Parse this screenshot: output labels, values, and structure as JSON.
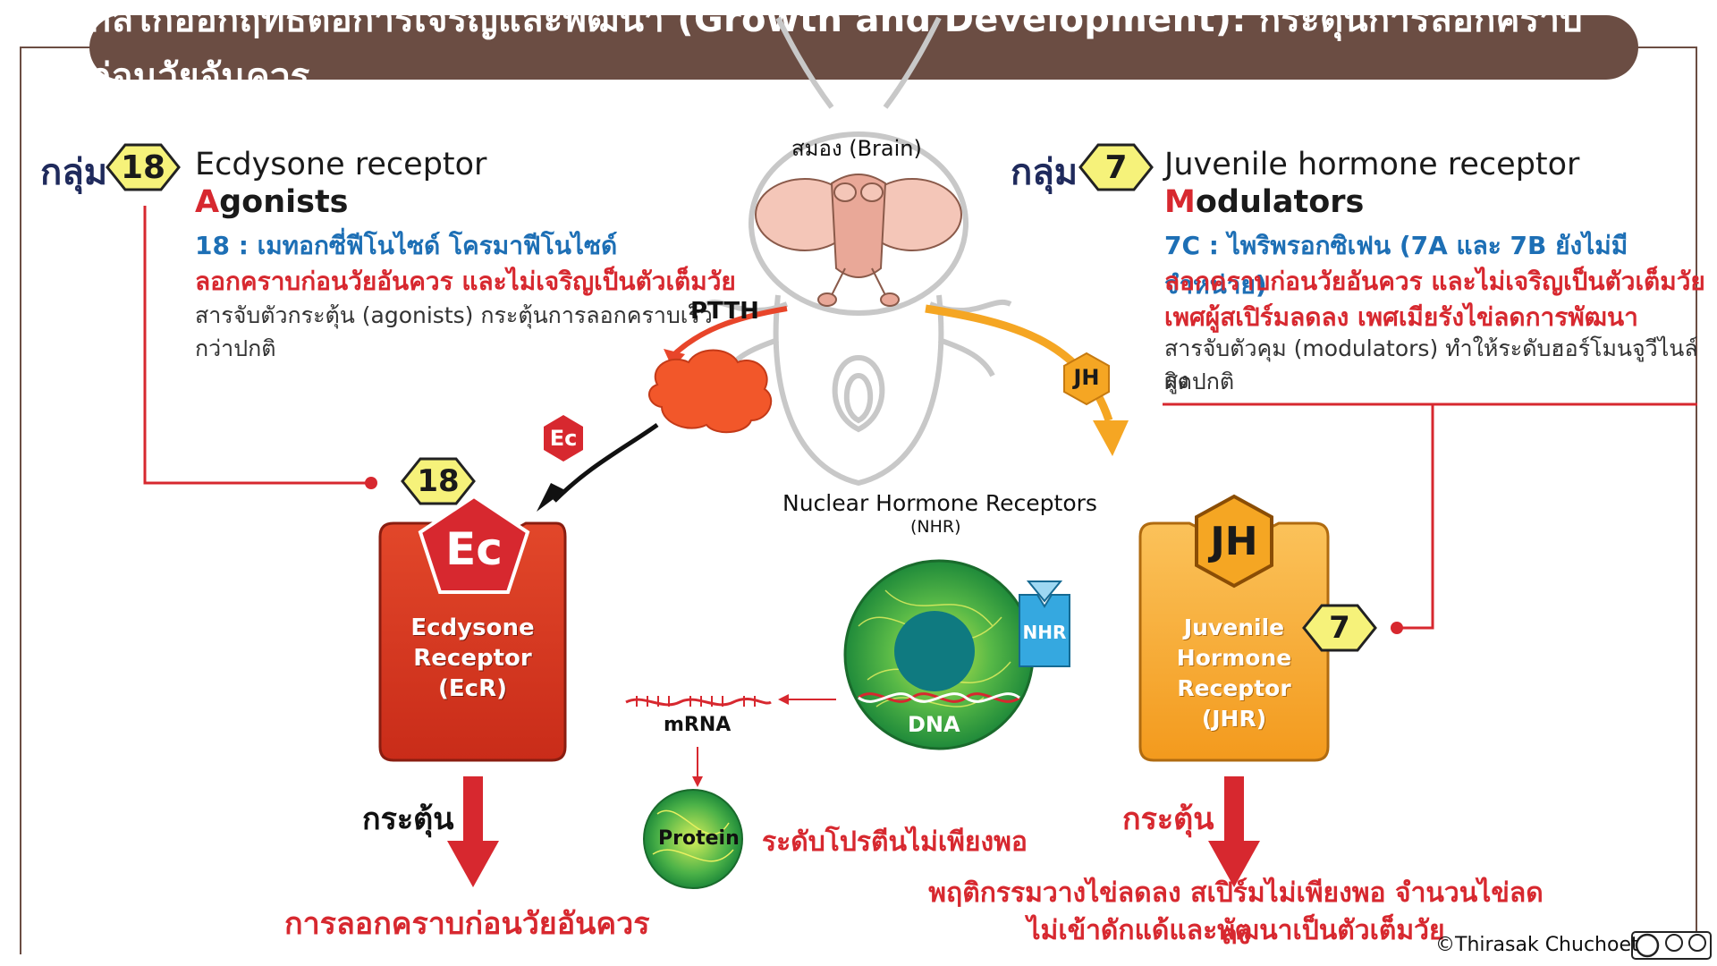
{
  "title": "กลไกออกฤทธิ์ต่อการเจริญและพัฒนา (Growth and Development): กระตุ้นการลอกคราบก่อนวัยอันควร",
  "brain_label": "สมอง (Brain)",
  "left": {
    "group_word": "กลุ่ม",
    "group_number": "18",
    "receptor_title": "Ecdysone receptor",
    "type_first_letter": "A",
    "type_rest": "gonists",
    "chemicals": "18 : เมทอกซี่ฟีโนไซด์ โครมาฟีโนไซด์",
    "effect": "ลอกคราบก่อนวัยอันควร และไม่เจริญเป็นตัวเต็มวัย",
    "description_line1": "สารจับตัวกระตุ้น (agonists) กระตุ้นการลอกคราบเร็ว",
    "description_line2": "กว่าปกติ",
    "badge_on_receptor": "18",
    "hormone_tag": "Ec",
    "receptor_ligand": "Ec",
    "receptor_line1": "Ecdysone",
    "receptor_line2": "Receptor",
    "receptor_line3": "(EcR)",
    "stimulate": "กระตุ้น",
    "outcome": "การลอกคราบก่อนวัยอันควร"
  },
  "right": {
    "group_word": "กลุ่ม",
    "group_number": "7",
    "receptor_title": "Juvenile hormone receptor",
    "type_first_letter": "M",
    "type_rest": "odulators",
    "chemicals": "7C : ไพริพรอกซิเฟน (7A และ 7B ยังไม่มีจำหน่าย)",
    "effect_line1": "ลอกคราบก่อนวัยอันควร และไม่เจริญเป็นตัวเต็มวัย",
    "effect_line2": "เพศผู้สเปิร์มลดลง เพศเมียรังไข่ลดการพัฒนา",
    "description_line1": "สารจับตัวคุม (modulators) ทำให้ระดับฮอร์โมนจูวีไนล์สูง",
    "description_line2": "ผิดปกติ",
    "badge_on_receptor": "7",
    "hormone_tag": "JH",
    "receptor_ligand": "JH",
    "receptor_line1": "Juvenile",
    "receptor_line2": "Hormone",
    "receptor_line3": "Receptor",
    "receptor_line4": "(JHR)",
    "stimulate": "กระตุ้น",
    "outcome_line1": "พฤติกรรมวางไข่ลดลง สเปิร์มไม่เพียงพอ จำนวนไข่ลดลง",
    "outcome_line2": "ไม่เข้าดักแด้และพัฒนาเป็นตัวเต็มวัย"
  },
  "center": {
    "ptth": "PTTH",
    "nhr_title": "Nuclear Hormone Receptors",
    "nhr_abbr": "(NHR)",
    "nhr_tag": "NHR",
    "dna": "DNA",
    "mrna": "mRNA",
    "protein": "Protein",
    "protein_effect": "ระดับโปรตีนไม่เพียงพอ"
  },
  "credit": "©Thirasak Chuchoet",
  "colors": {
    "brown": "#6b4d43",
    "red": "#d7282f",
    "ecr_red": "#d8371f",
    "orange_gland": "#f2572a",
    "jh_orange": "#f5a623",
    "badge_yellow": "#f6f27a",
    "blue_text": "#1d6fb5",
    "navy": "#1f2a5c",
    "nucleus_green": "#2fa84a",
    "nhr_blue": "#35a8e0"
  }
}
